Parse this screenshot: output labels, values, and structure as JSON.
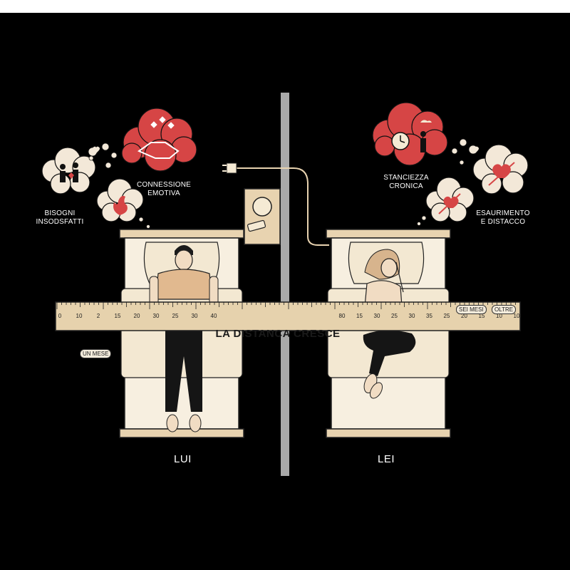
{
  "labels": {
    "connessione": [
      "CONNESSIONE",
      "EMOTIVA"
    ],
    "bisogni": [
      "BISOGNI",
      "INSODSFATTI"
    ],
    "stanchezza": [
      "STANCIEZZA",
      "CRONICA"
    ],
    "esaurimento": [
      "ESAURIMENTO",
      "E DISTACCO"
    ]
  },
  "ruler": {
    "title": "LA DISTANCA CRESCE",
    "left_ticks": [
      "0",
      "10",
      "2",
      "15",
      "20",
      "30",
      "25",
      "30",
      "40"
    ],
    "right_ticks": [
      "80",
      "15",
      "30",
      "25",
      "30",
      "35",
      "25",
      "20",
      "15",
      "10",
      "10"
    ],
    "tag_left": "UN MESE",
    "tag_right_1": "SEI MESI",
    "tag_right_2": "OLTRE"
  },
  "names": {
    "left": "LUI",
    "right": "LEI"
  },
  "icons": {
    "handshake": "handshake-hearts-icon",
    "people": "couple-heart-icon",
    "flame": "flame-icon",
    "clock": "clock-person-icon",
    "broken_heart": "arrow-heart-icon"
  },
  "colors": {
    "background": "#000000",
    "cloud": "#d64545",
    "bed": "#e8d3b0",
    "ruler": "#e6d2ad"
  }
}
